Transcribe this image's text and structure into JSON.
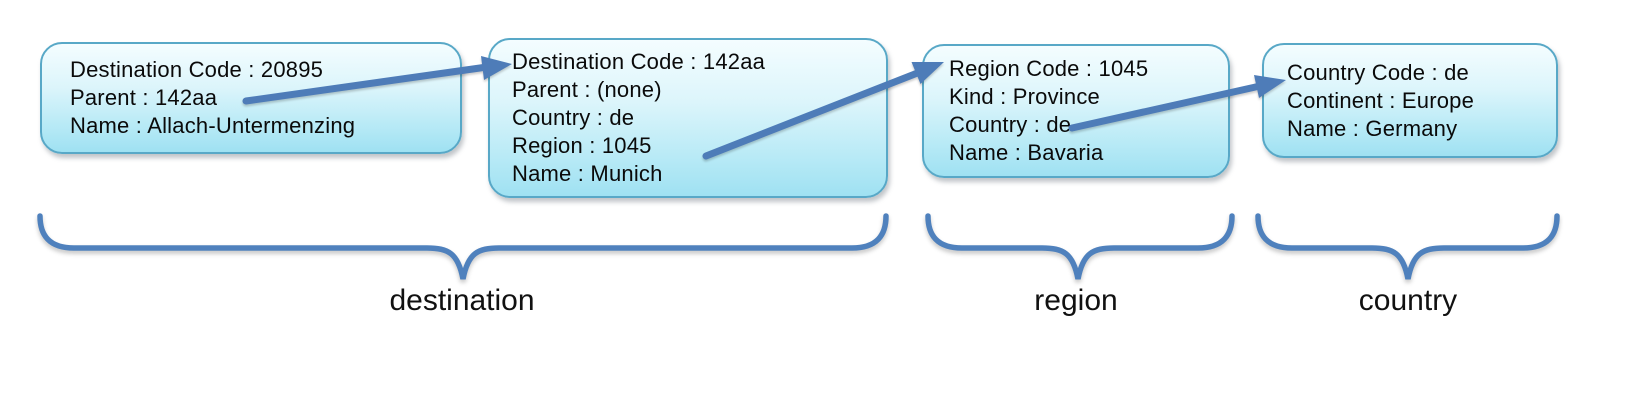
{
  "boxes": [
    {
      "name": "destination-child-record",
      "fields": [
        "Destination Code : 20895",
        "Parent : 142aa",
        "Name : Allach-Untermenzing"
      ]
    },
    {
      "name": "destination-parent-record",
      "fields": [
        "Destination Code : 142aa",
        "Parent : (none)",
        "Country : de",
        "Region : 1045",
        "Name : Munich"
      ]
    },
    {
      "name": "region-record",
      "fields": [
        "Region Code : 1045",
        "Kind : Province",
        "Country : de",
        "Name : Bavaria"
      ]
    },
    {
      "name": "country-record",
      "fields": [
        "Country Code : de",
        "Continent : Europe",
        "Name : Germany"
      ]
    }
  ],
  "connections": [
    {
      "from_box": 0,
      "from_field": "Parent : 142aa",
      "to_box": 1
    },
    {
      "from_box": 1,
      "from_field": "Region : 1045",
      "to_box": 2
    },
    {
      "from_box": 2,
      "from_field": "Country : de",
      "to_box": 3
    }
  ],
  "braces": [
    {
      "label": "destination"
    },
    {
      "label": "region"
    },
    {
      "label": "country"
    }
  ],
  "colors": {
    "box_border": "#58a8c7",
    "box_fill_top": "#f4fdff",
    "box_fill_bottom": "#9fe1f2",
    "arrow": "#4e7cb8",
    "brace": "#4f81bd",
    "text": "#0a0a0a"
  }
}
